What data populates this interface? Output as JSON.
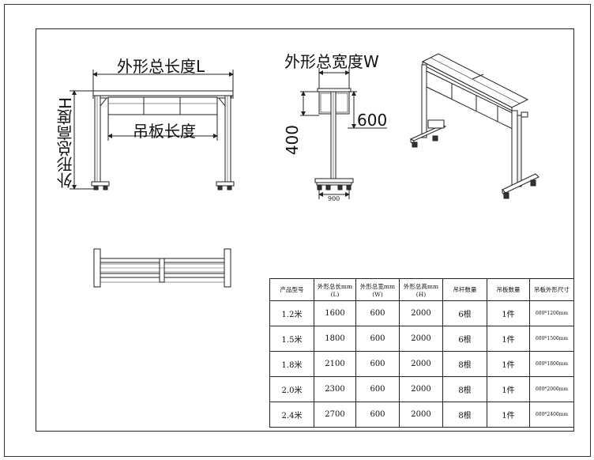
{
  "front_view": {
    "length_label": "外形总长度L",
    "height_label": "外形总高度H",
    "board_label": "吊板长度"
  },
  "side_view": {
    "width_label": "外形总宽度W",
    "dim_600": "600",
    "dim_400": "400",
    "dim_900": "900"
  },
  "table": {
    "headers": [
      "产品型号",
      "外形总长mm (L)",
      "外形总宽mm (W)",
      "外形总高mm (H)",
      "吊杆数量",
      "吊板数量",
      "吊板外形尺寸"
    ],
    "rows": [
      [
        "1.2米",
        "1600",
        "600",
        "2000",
        "6根",
        "1件",
        "600*1200mm"
      ],
      [
        "1.5米",
        "1800",
        "600",
        "2000",
        "6根",
        "1件",
        "600*1500mm"
      ],
      [
        "1.8米",
        "2100",
        "600",
        "2000",
        "8根",
        "1件",
        "600*1800mm"
      ],
      [
        "2.0米",
        "2300",
        "600",
        "2000",
        "8根",
        "1件",
        "600*2000mm"
      ],
      [
        "2.4米",
        "2700",
        "600",
        "2000",
        "8根",
        "1件",
        "600*2400mm"
      ]
    ]
  }
}
